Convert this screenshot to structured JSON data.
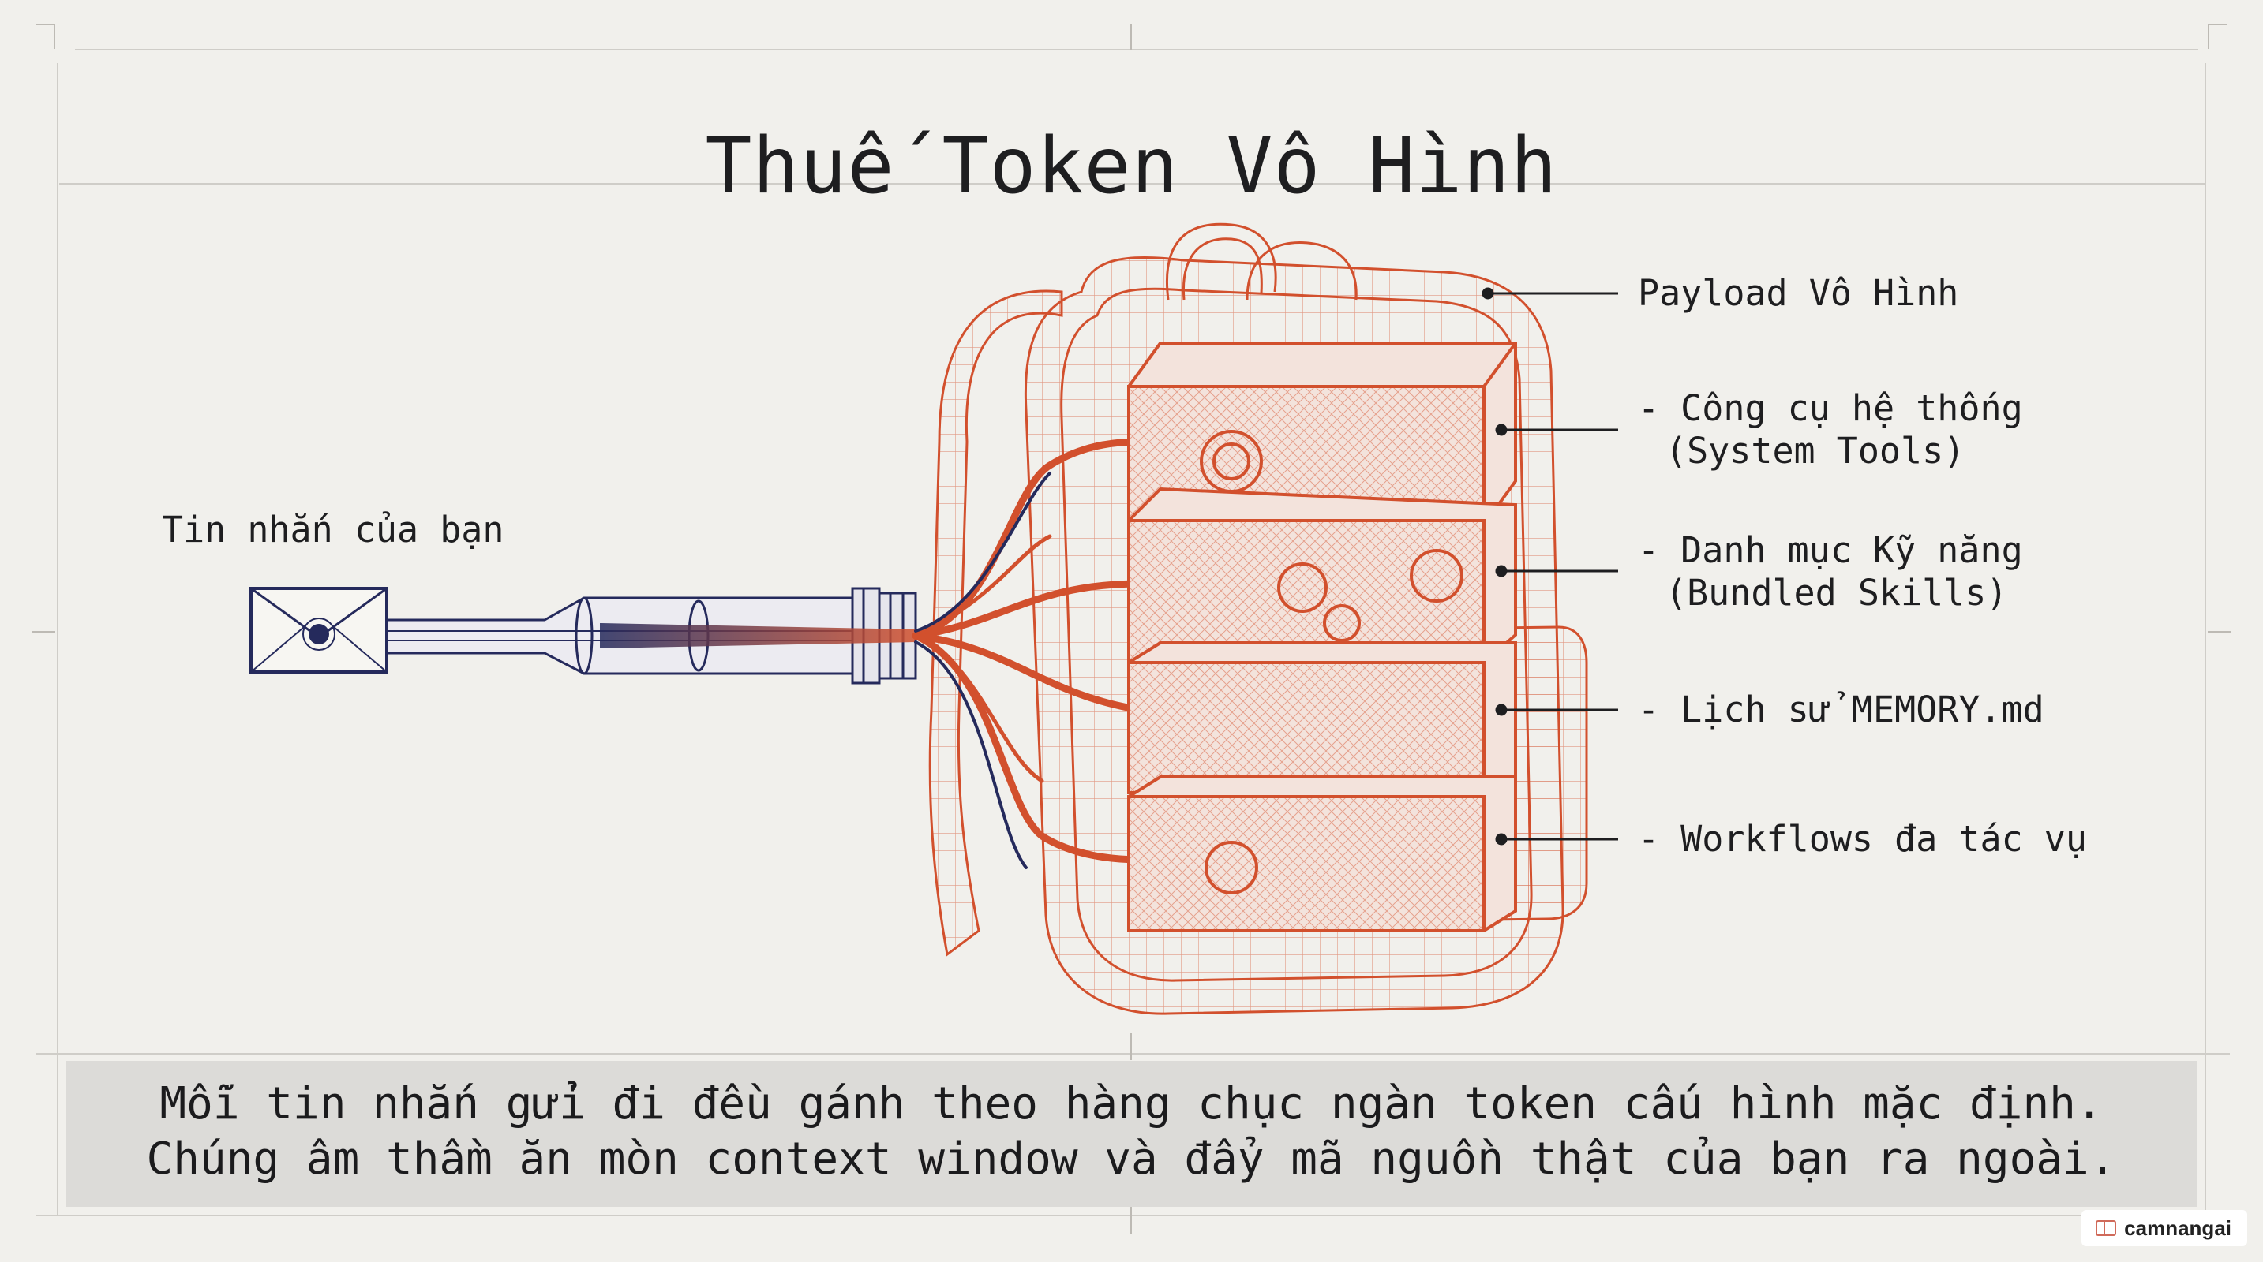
{
  "title": "Thuế Token Vô Hình",
  "labels": {
    "message": "Tin nhắn của bạn",
    "payload": "Payload Vô Hình",
    "system_tools_line1": "- Công cụ hệ thống",
    "system_tools_line2": "(System Tools)",
    "skills_line1": "- Danh mục Kỹ năng",
    "skills_line2": "(Bundled Skills)",
    "memory": "- Lịch sử MEMORY.md",
    "workflows": "- Workflows đa tác vụ"
  },
  "caption": {
    "line1": "Mỗi tin nhắn gửi đi đều gánh theo hàng chục ngàn token cấu hình mặc định.",
    "line2": "Chúng âm thầm ăn mòn context window và đẩy mã nguồn thật của bạn ra ngoài."
  },
  "watermark": "camnangai",
  "icons": {
    "envelope": "envelope-icon",
    "tube": "pipe",
    "backpack": "backpack-wireframe"
  },
  "colors": {
    "background": "#f1f0ec",
    "wire_orange": "#d2502d",
    "tube_navy": "#252a5c",
    "caption_bg": "#dcdbd8"
  }
}
